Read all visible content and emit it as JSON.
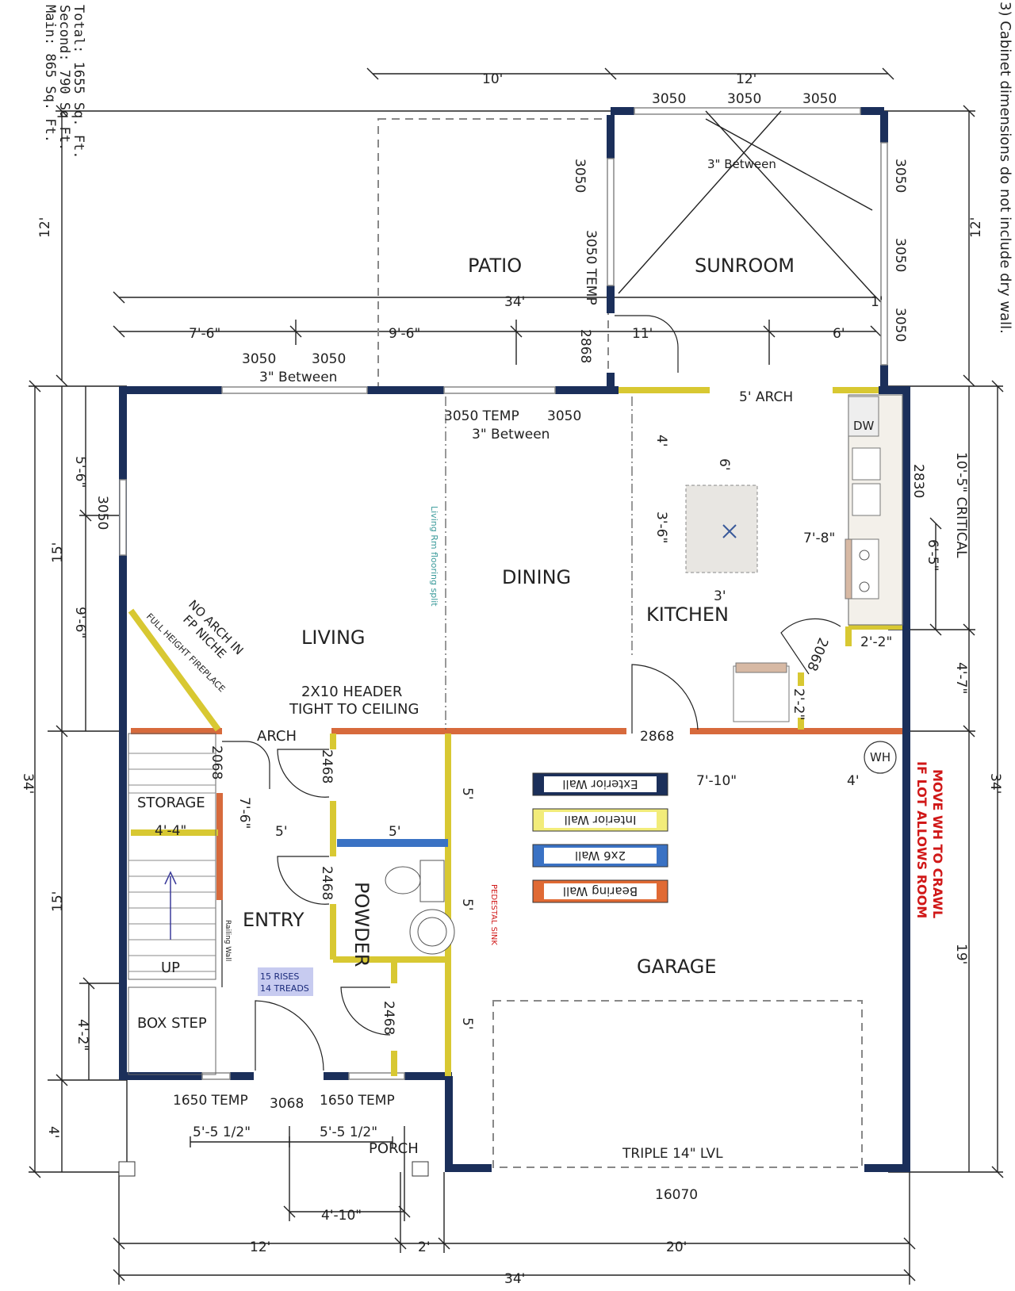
{
  "sqft": {
    "main": "Main: 865 Sq. Ft.",
    "second": "Second: 790 Sq Ft.",
    "total": "Total: 1655 Sq. Ft."
  },
  "top_right_note": "3) Cabinet dimensions do not include dry wall.",
  "rooms": {
    "patio": "PATIO",
    "sunroom": "SUNROOM",
    "living": "LIVING",
    "dining": "DINING",
    "kitchen": "KITCHEN",
    "storage": "STORAGE",
    "entry": "ENTRY",
    "powder": "POWDER",
    "garage": "GARAGE",
    "box_step": "BOX STEP",
    "porch": "PORCH"
  },
  "dims": {
    "top_10": "10'",
    "top_12": "12'",
    "sun_3050_a": "3050",
    "sun_3050_b": "3050",
    "sun_3050_c": "3050",
    "between_a": "3\" Between",
    "sun_left_3050": "3050",
    "sun_left_3050_temp": "3050\nTEMP",
    "sun_right_3050_a": "3050",
    "sun_right_3050_b": "3050",
    "sun_right_3050_c": "3050",
    "sun_1_5": "1'",
    "left_12": "12'",
    "right_12": "12'",
    "d34_top": "34'",
    "d7_6": "7'-6\"",
    "d9_6_top": "9'-6\"",
    "d11": "11'",
    "d6_top": "6'",
    "d2868_top": "2868",
    "living_3050_a": "3050",
    "living_3050_b": "3050",
    "between_b": "3\" Between",
    "dining_3050_temp": "3050 TEMP",
    "dining_3050": "3050",
    "between_c": "3\" Between",
    "arch_5": "5' ARCH",
    "k_4": "4'",
    "k_6": "6'",
    "k_3_6": "3'-6\"",
    "k_7_8": "7'-8\"",
    "k_3": "3'",
    "k_2830": "2830",
    "k_6_5": "6'-5\"",
    "k_10_5": "10'-5\" CRITICAL",
    "k_2_2a": "2'-2\"",
    "k_2_2b": "2'-2\"",
    "k_2068": "2068",
    "k_4_7": "4'-7\"",
    "left_5_6": "5'-6\"",
    "left_3050": "3050",
    "left_15_top": "15'",
    "left_9_6": "9'-6\"",
    "left_34": "34'",
    "right_34": "34'",
    "left_15_bot": "15'",
    "left_4_2": "4'-2\"",
    "left_4": "4'",
    "right_19": "19'",
    "header_a": "2X10 HEADER",
    "header_b": "TIGHT TO CEILING",
    "arch": "ARCH",
    "d2068_stor": "2068",
    "d2468_a": "2468",
    "d2468_b": "2468",
    "d2468_c": "2468",
    "d7_6_entry": "7'-6\"",
    "d4_4": "4'-4\"",
    "d5_a": "5'",
    "d5_b": "5'",
    "g_2868": "2868",
    "g_7_10": "7'-10\"",
    "g_4": "4'",
    "g_5a": "5'",
    "g_5b": "5'",
    "g_5c": "5'",
    "wh": "WH",
    "dw": "DW",
    "up": "UP",
    "rises": "15 RISES",
    "treads": "14 TREADS",
    "porch_1650_a": "1650 TEMP",
    "porch_3068": "3068",
    "porch_1650_b": "1650 TEMP",
    "porch_55_a": "5'-5 1/2\"",
    "porch_55_b": "5'-5 1/2\"",
    "triple_lvl": "TRIPLE 14\" LVL",
    "d16070": "16070",
    "d4_10": "4'-10\"",
    "b_12": "12'",
    "b_2": "2'",
    "b_20": "20'",
    "b_34": "34'"
  },
  "notes": {
    "no_arch_a": "NO ARCH IN",
    "no_arch_b": "FP NICHE",
    "fireplace": "FULL HEIGHT FIREPLACE",
    "flooring": "Living Rm flooring split",
    "railing": "Railing Wall",
    "pedestal": "PEDESTAL SINK",
    "move_wh_a": "MOVE WH TO CRAWL",
    "move_wh_b": "IF LOT ALLOWS ROOM"
  },
  "legend": [
    {
      "label": "Exterior Wall",
      "color": "#1b2f5a"
    },
    {
      "label": "Interior Wall",
      "color": "#f2ec7a"
    },
    {
      "label": "2x6 Wall",
      "color": "#3a72c4"
    },
    {
      "label": "Bearing Wall",
      "color": "#e06a34"
    }
  ]
}
